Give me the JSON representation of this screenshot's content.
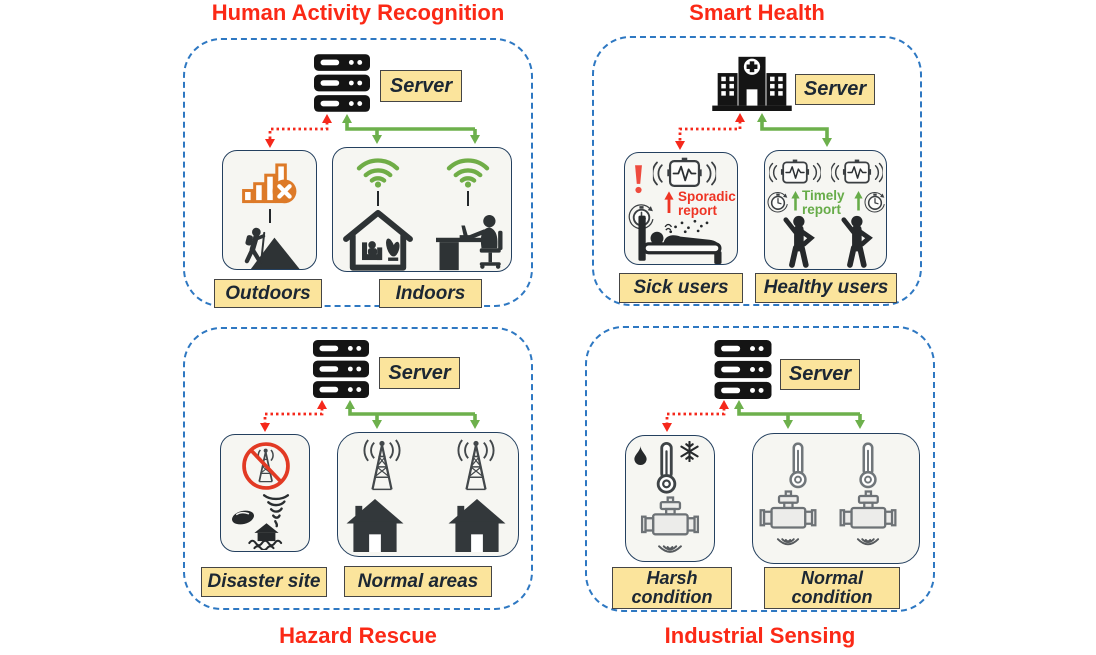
{
  "figure": {
    "panels": {
      "har": {
        "title": "Human Activity Recognition",
        "server_label": "Server",
        "left_label": "Outdoors",
        "right_label": "Indoors"
      },
      "health": {
        "title": "Smart Health",
        "server_label": "Server",
        "left_label": "Sick users",
        "right_label": "Healthy users",
        "sporadic": {
          "line1": "Sporadic",
          "line2": "report"
        },
        "timely": {
          "line1": "Timely",
          "line2": "report"
        }
      },
      "hazard": {
        "title": "Hazard Rescue",
        "server_label": "Server",
        "left_label": "Disaster site",
        "right_label": "Normal areas"
      },
      "industrial": {
        "title": "Industrial Sensing",
        "server_label": "Server",
        "left_label": "Harsh condition",
        "right_label": "Normal condition"
      }
    },
    "colors": {
      "title_red": "#fb2916",
      "dashed_border_blue": "#2e78c2",
      "label_bg_yellow": "#fbe49c",
      "group_border_navy": "#24405f",
      "link_green": "#6db04c",
      "link_red": "#f5281b",
      "blocked_orange": "#dd7a28",
      "icon_dark": "#26292b"
    },
    "icons": {
      "server-rack-icon": "stacked-black-server",
      "hospital-icon": "black-building-with-cross",
      "wifi-icon": "green-wifi-arcs",
      "blocked-signal-icon": "orange-bars-with-x-badge",
      "hiker-mountain-icon": "hiker-climbing-mountain",
      "house-occupant-icon": "house-with-seated-person",
      "desk-worker-icon": "person-at-desk-with-laptop",
      "exclamation-icon": "red-exclamation-mark",
      "wearable-monitor-icon": "ecg-device-with-radio-waves",
      "timer-icon": "stopwatch-with-circular-arrow",
      "sick-person-bed-icon": "person-lying-in-bed",
      "active-person-icon": "standing-person-raised-arm",
      "cell-tower-icon": "lattice-tower-with-waves",
      "blocked-tower-icon": "tower-with-red-prohibition",
      "tornado-icon": "tornado-funnel",
      "debris-rock-icon": "dark-boulder",
      "flooded-house-icon": "house-in-flood-waves",
      "house-icon": "solid-house",
      "thermometer-icon": "outline-thermometer",
      "water-droplet-icon": "water-drop",
      "snowflake-icon": "snowflake",
      "industrial-valve-icon": "gray-valve-actuator",
      "vibration-waves-icon": "nested-arcs"
    }
  }
}
